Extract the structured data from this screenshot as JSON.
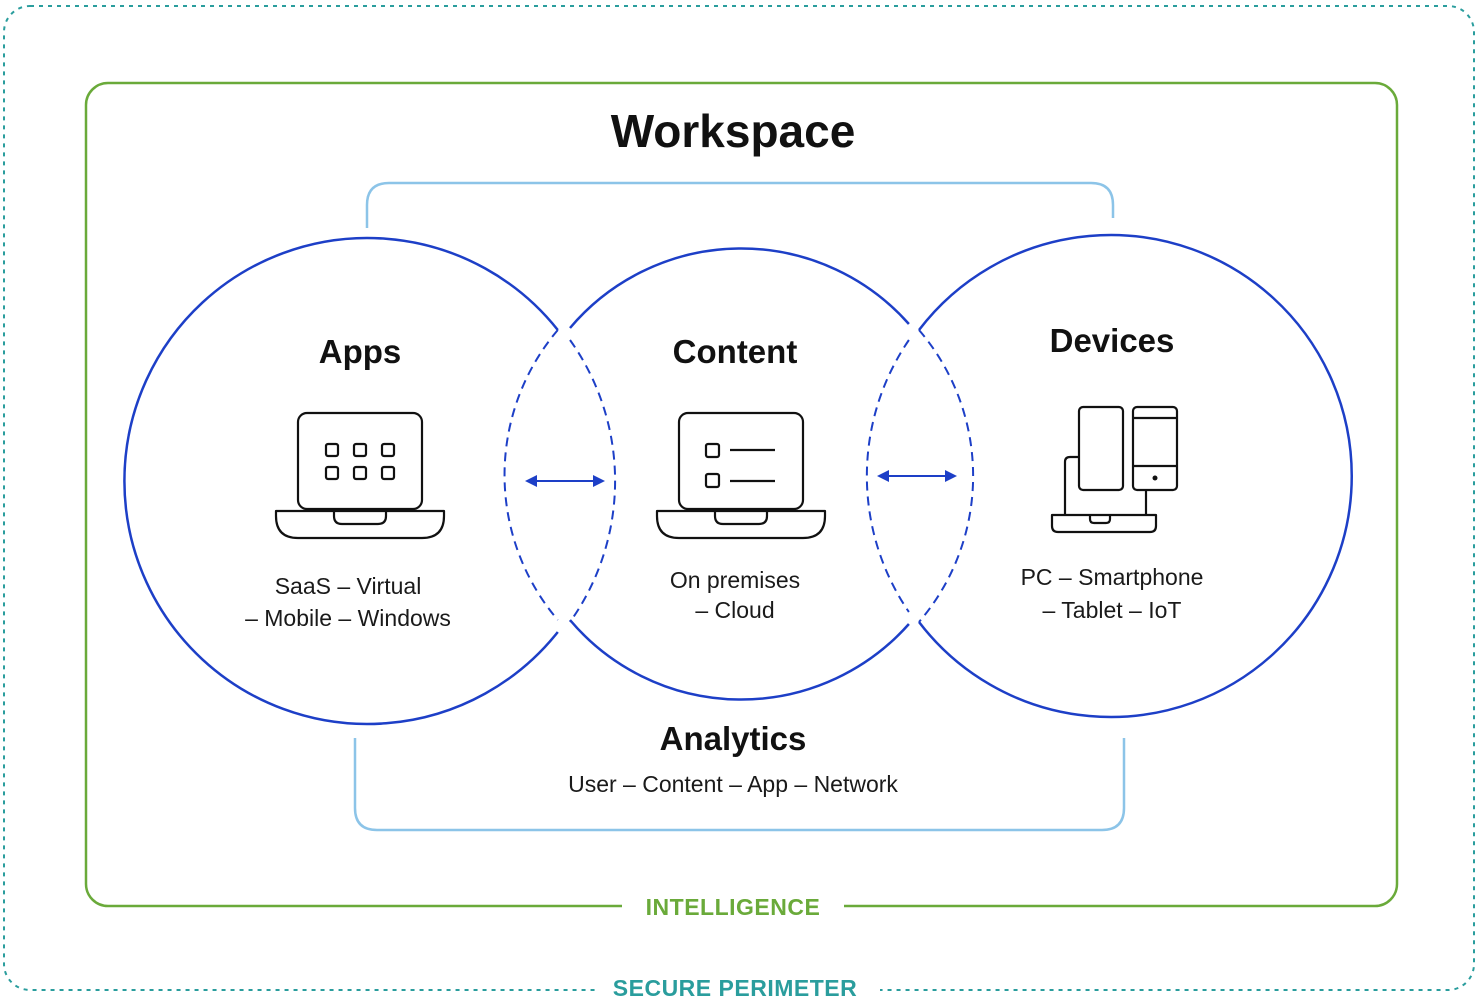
{
  "workspace": {
    "title": "Workspace"
  },
  "apps": {
    "title": "Apps",
    "line1": "SaaS – Virtual",
    "line2": "– Mobile – Windows",
    "icon": "laptop-grid-icon"
  },
  "content": {
    "title": "Content",
    "line1": "On premises",
    "line2": "– Cloud",
    "icon": "laptop-list-icon"
  },
  "devices": {
    "title": "Devices",
    "line1": "PC – Smartphone",
    "line2": "– Tablet – IoT",
    "icon": "devices-icon"
  },
  "analytics": {
    "title": "Analytics",
    "subtitle": "User – Content – App – Network"
  },
  "intelligence": {
    "label": "INTELLIGENCE"
  },
  "perimeter": {
    "label": "SECURE PERIMETER"
  },
  "colors": {
    "perimeter": "#2a9d9d",
    "intelligence": "#6aaa3a",
    "circle": "#1d3fc7",
    "bracket": "#8cc4e8",
    "text": "#111111"
  }
}
